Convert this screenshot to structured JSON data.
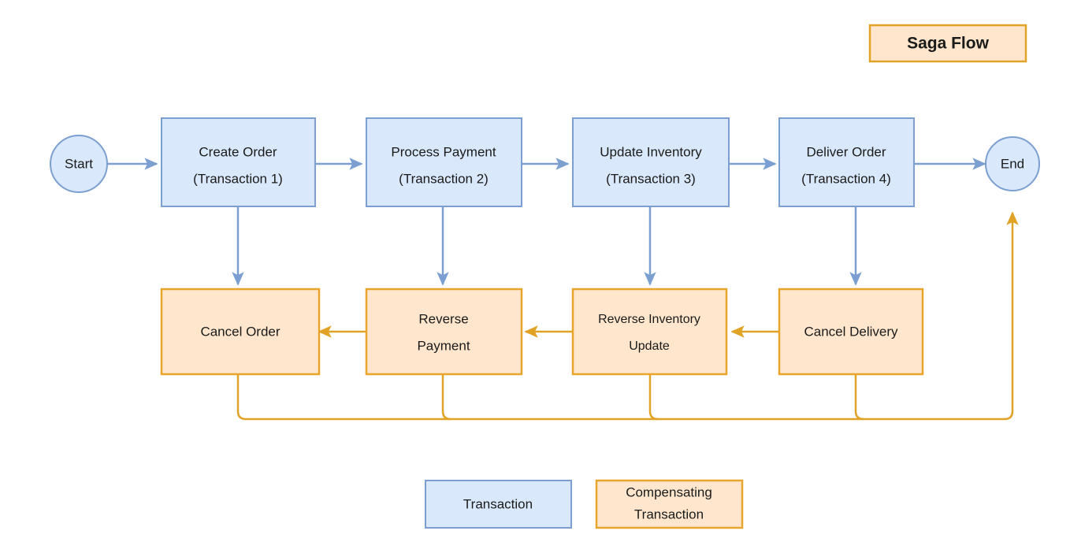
{
  "title": {
    "text": "Saga Flow"
  },
  "colors": {
    "transaction_fill": "#dae8fc",
    "transaction_stroke": "#7b9fd0",
    "compensating_fill": "#ffe6cc",
    "compensating_stroke": "#e0a326",
    "text": "#1a1a1a",
    "background": "#ffffff"
  },
  "endpoints": {
    "start": "Start",
    "end": "End"
  },
  "transactions": [
    {
      "line1": "Create Order",
      "line2": "(Transaction 1)"
    },
    {
      "line1": "Process Payment",
      "line2": "(Transaction 2)"
    },
    {
      "line1": "Update Inventory",
      "line2": "(Transaction 3)"
    },
    {
      "line1": "Deliver Order",
      "line2": "(Transaction 4)"
    }
  ],
  "compensations": [
    {
      "line1": "Cancel Order",
      "line2": ""
    },
    {
      "line1": "Reverse",
      "line2": "Payment"
    },
    {
      "line1": "Reverse Inventory",
      "line2": "Update"
    },
    {
      "line1": "Cancel Delivery",
      "line2": ""
    }
  ],
  "legend": [
    {
      "label_line1": "Transaction",
      "label_line2": "",
      "type": "transaction"
    },
    {
      "label_line1": "Compensating",
      "label_line2": "Transaction",
      "type": "compensating"
    }
  ]
}
